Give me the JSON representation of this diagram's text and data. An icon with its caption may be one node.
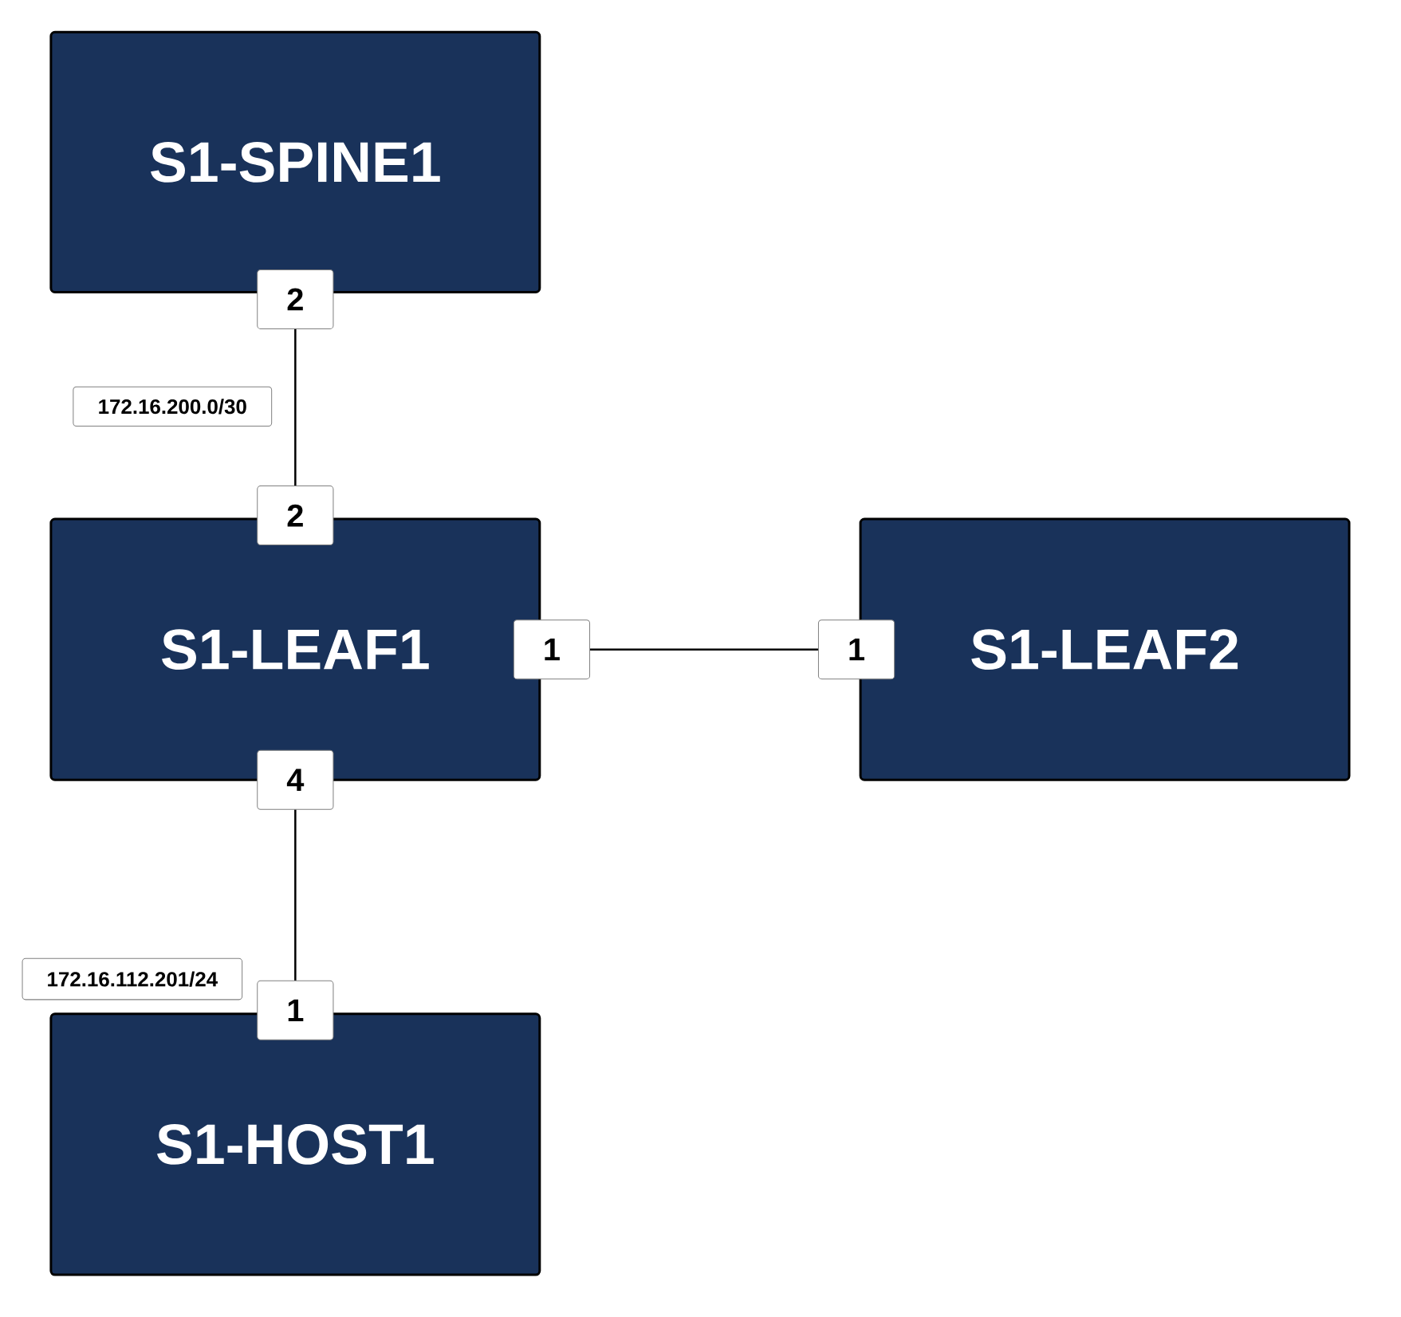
{
  "diagram": {
    "nodes": [
      {
        "text": [
          "S1-SPINE1"
        ]
      },
      {
        "text": [
          "2"
        ]
      },
      {
        "text": [
          "172.16.200.0/30"
        ]
      },
      {
        "text": [
          "2"
        ]
      },
      {
        "text": [
          "S1-LEAF1"
        ]
      },
      {
        "text": [
          "1"
        ]
      },
      {
        "text": [
          "1"
        ]
      },
      {
        "text": [
          "S1-LEAF2"
        ]
      },
      {
        "text": [
          "4"
        ]
      },
      {
        "text": [
          "172.16.112.201/24"
        ]
      },
      {
        "text": [
          "1"
        ]
      },
      {
        "text": [
          "S1-HOST1"
        ]
      }
    ],
    "edges": [
      {
        "from": 1,
        "to": 3,
        "arrow": "none"
      },
      {
        "from": 5,
        "to": 6,
        "arrow": "none"
      },
      {
        "from": 8,
        "to": 10,
        "arrow": "none"
      }
    ]
  }
}
